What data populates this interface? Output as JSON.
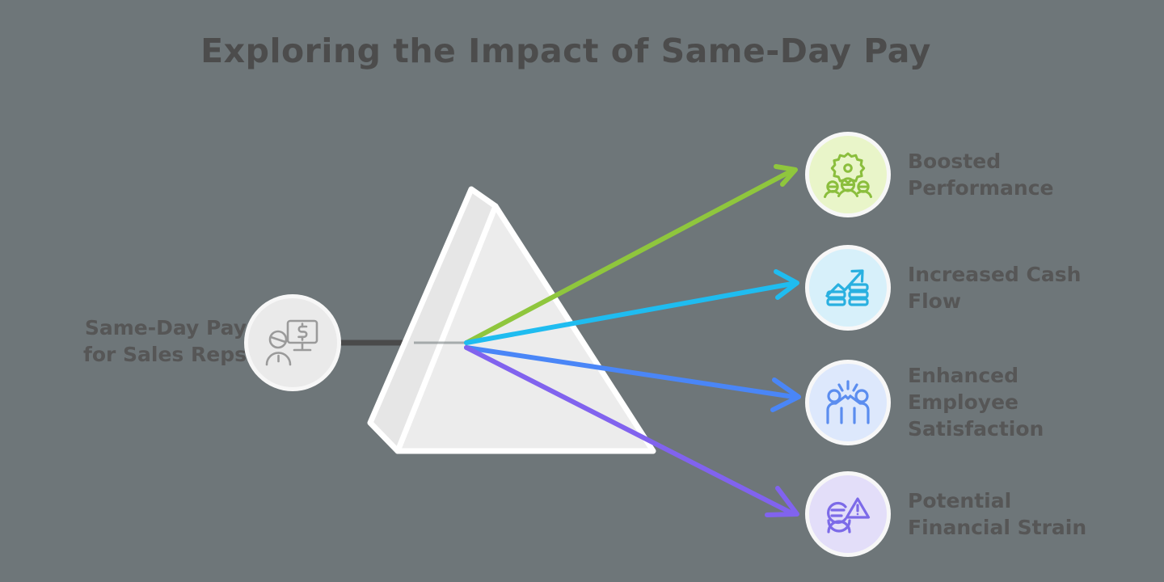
{
  "background_color": "#6e7679",
  "title": "Exploring the Impact of Same-Day Pay",
  "source": {
    "label": "Same-Day Pay\nfor Sales Reps",
    "label_line1": "Same-Day Pay",
    "label_line2": "for Sales Reps",
    "icon": "person-monitor-dollar-icon",
    "icon_color": "#9a9a9a",
    "badge_color": "#eaeaea",
    "text_color": "#565656"
  },
  "prism": {
    "name": "prism",
    "face_color": "#ececec",
    "side_color": "#e4e4e4",
    "edge_color": "#ffffff"
  },
  "input_ray": {
    "name": "input-ray",
    "color": "#4a4a4a"
  },
  "outcomes": [
    {
      "label": "Boosted Performance",
      "line1": "Boosted",
      "line2": "Performance",
      "icon": "gear-team-icon",
      "icon_color": "#8bbe3d",
      "badge_color": "#e9f5c9",
      "ray_color": "#8fc63d"
    },
    {
      "label": "Increased Cash Flow",
      "line1": "Increased Cash",
      "line2": "Flow",
      "icon": "growth-arrow-coins-icon",
      "icon_color": "#29b0e0",
      "badge_color": "#d7f0fa",
      "ray_color": "#1fbcf0"
    },
    {
      "label": "Enhanced Employee Satisfaction",
      "line1": "Enhanced",
      "line2": "Employee",
      "line3": "Satisfaction",
      "icon": "people-high-five-icon",
      "icon_color": "#5b8def",
      "badge_color": "#dde8fc",
      "ray_color": "#4a86f7"
    },
    {
      "label": "Potential Financial Strain",
      "line1": "Potential",
      "line2": "Financial Strain",
      "icon": "currency-warning-icon",
      "icon_color": "#7c6ae8",
      "badge_color": "#e3def9",
      "ray_color": "#8163ee"
    }
  ],
  "chart_data": {
    "type": "diagram",
    "title": "Exploring the Impact of Same-Day Pay",
    "diagram_style": "prism-refraction",
    "input": "Same-Day Pay for Sales Reps",
    "outputs": [
      "Boosted Performance",
      "Increased Cash Flow",
      "Enhanced Employee Satisfaction",
      "Potential Financial Strain"
    ]
  }
}
